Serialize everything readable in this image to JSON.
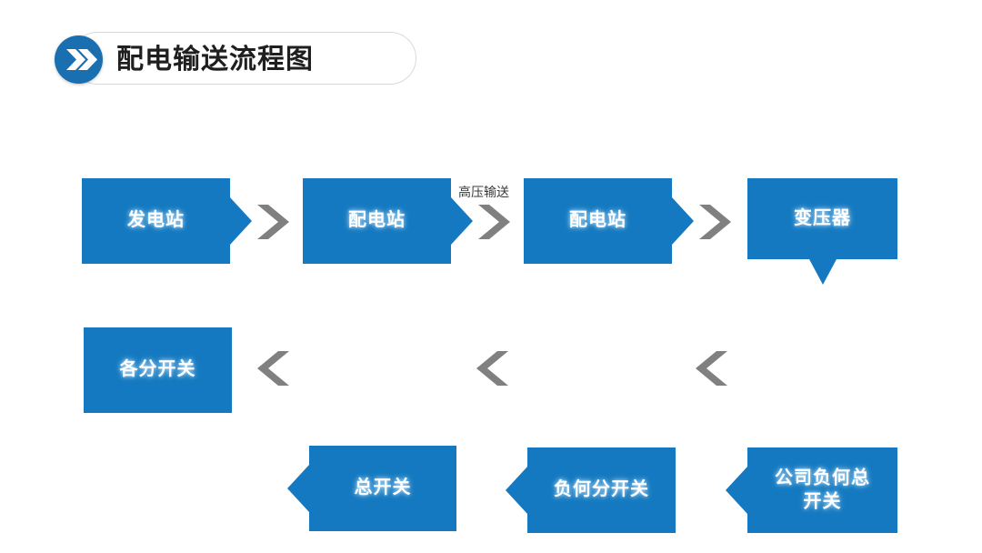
{
  "header": {
    "title": "配电输送流程图",
    "badge_icon": "double-chevron-right-icon",
    "badge_color": "#1a6fb0",
    "pill_border_color": "#d8dade"
  },
  "theme": {
    "node_blue": "#1479c0",
    "arrow_gray": "#808080",
    "background": "#ffffff",
    "node_text": "#ffffff"
  },
  "diagram": {
    "type": "process-flow",
    "direction": "left-to-right then right-to-left (serpentine)",
    "row1": {
      "nodes": [
        {
          "id": "power-plant",
          "label": "发电站",
          "shape": "arrow-right"
        },
        {
          "id": "substation-1",
          "label": "配电站",
          "shape": "arrow-right"
        },
        {
          "id": "substation-2",
          "label": "配电站",
          "shape": "arrow-right"
        },
        {
          "id": "transformer",
          "label": "变压器",
          "shape": "rect-with-down-tail"
        }
      ],
      "connectors": [
        {
          "id": "conn-1",
          "icon": "chevron-right-icon",
          "label": ""
        },
        {
          "id": "conn-2",
          "icon": "chevron-right-icon",
          "label": "高压输送"
        },
        {
          "id": "conn-3",
          "icon": "chevron-right-icon",
          "label": ""
        }
      ]
    },
    "row2": {
      "nodes": [
        {
          "id": "branch-switches",
          "label": "各分开关",
          "shape": "rect"
        },
        {
          "id": "main-switch",
          "label": "总开关",
          "shape": "arrow-left"
        },
        {
          "id": "load-branch-switch",
          "label": "负何分开关",
          "shape": "arrow-left"
        },
        {
          "id": "company-main-switch",
          "label": "公司负何总\n开关",
          "shape": "arrow-left"
        }
      ],
      "connectors": [
        {
          "id": "conn-4",
          "icon": "chevron-left-icon",
          "label": ""
        },
        {
          "id": "conn-5",
          "icon": "chevron-left-icon",
          "label": ""
        },
        {
          "id": "conn-6",
          "icon": "chevron-left-icon",
          "label": ""
        }
      ]
    }
  }
}
